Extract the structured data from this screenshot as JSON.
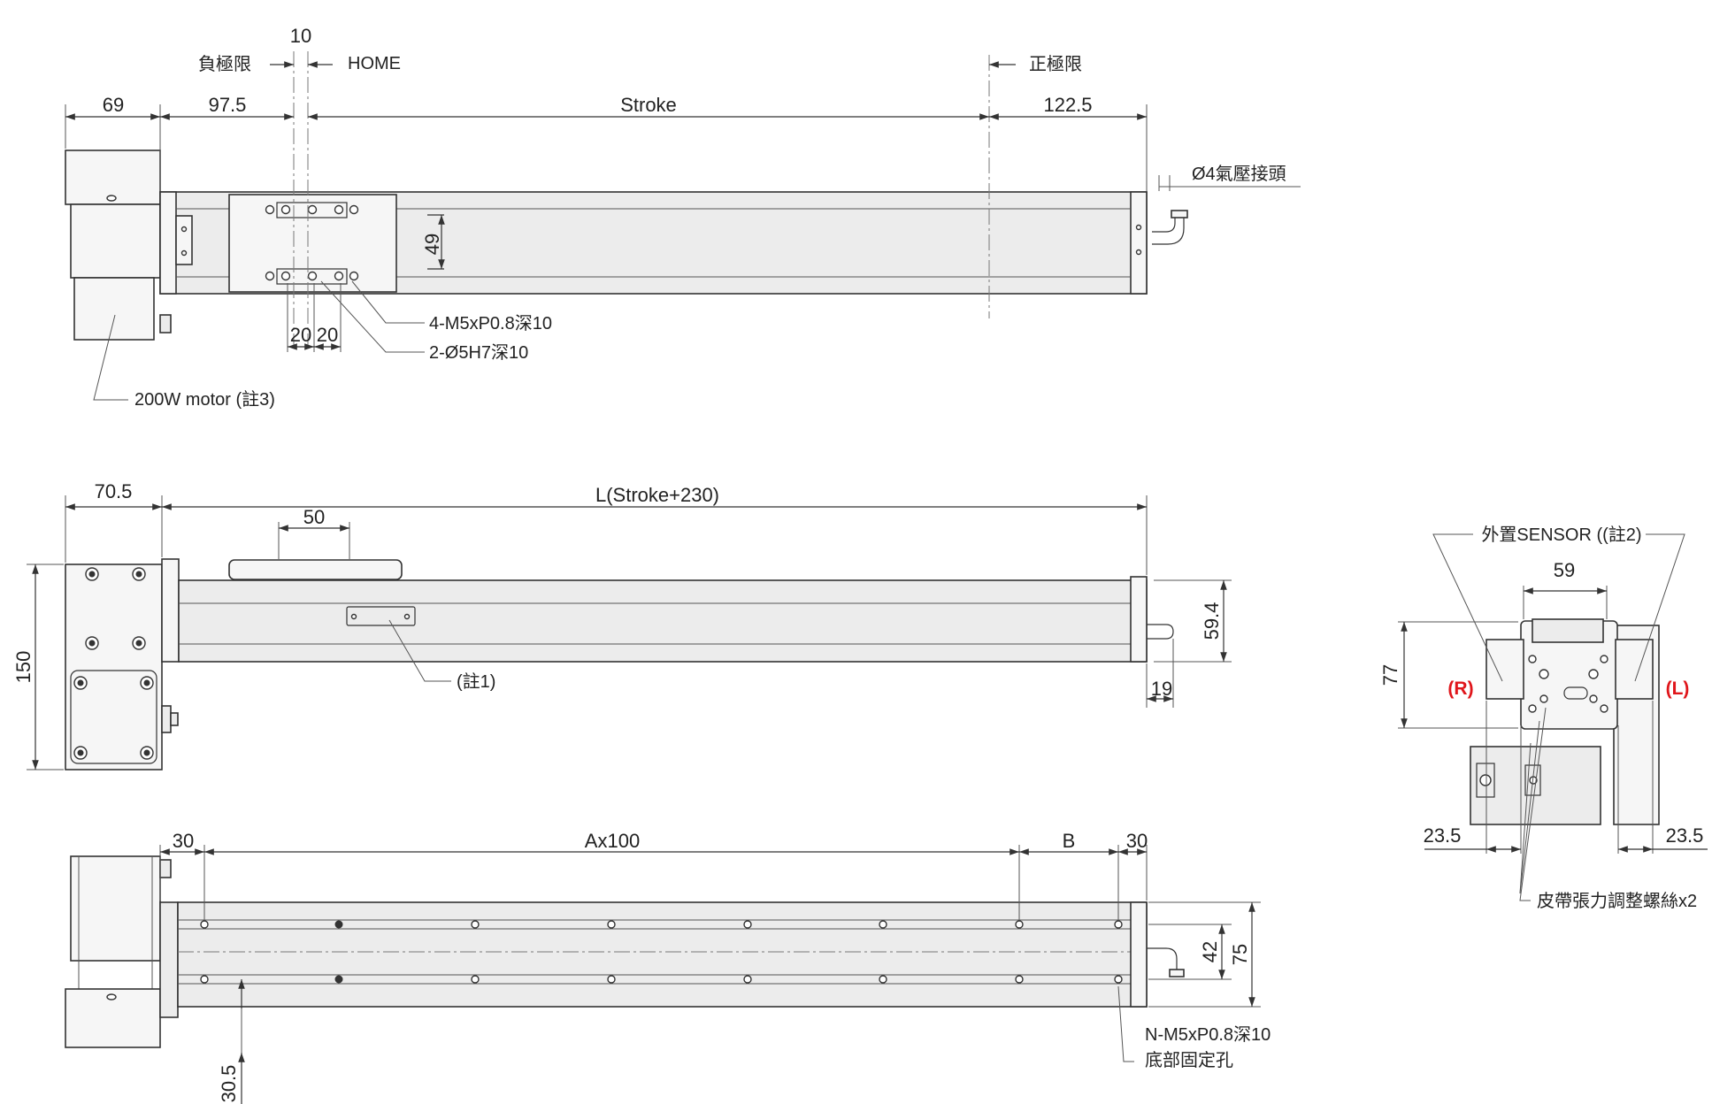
{
  "top_view": {
    "dim_10": "10",
    "neg_limit": "負極限",
    "home": "HOME",
    "pos_limit": "正極限",
    "dim_69": "69",
    "dim_97_5": "97.5",
    "stroke": "Stroke",
    "dim_122_5": "122.5",
    "air_fitting": "Ø4氣壓接頭",
    "dim_49": "49",
    "dim_20a": "20",
    "dim_20b": "20",
    "tapped_holes": "4-M5xP0.8深10",
    "pin_holes": "2-Ø5H7深10",
    "motor": "200W motor (註3)"
  },
  "side_view": {
    "dim_70_5": "70.5",
    "length": "L(Stroke+230)",
    "dim_50": "50",
    "dim_150": "150",
    "dim_59_4": "59.4",
    "dim_19": "19",
    "note1": "(註1)"
  },
  "bottom_view": {
    "dim_30_left": "30",
    "pitch": "Ax100",
    "dim_b": "B",
    "dim_30_right": "30",
    "dim_42": "42",
    "dim_75": "75",
    "dim_30_5": "30.5",
    "mount_holes": "N-M5xP0.8深10",
    "mount_holes_note": "底部固定孔"
  },
  "end_view": {
    "sensor": "外置SENSOR ((註2)",
    "dim_59": "59",
    "dim_77": "77",
    "right_side": "(R)",
    "left_side": "(L)",
    "dim_23_5_left": "23.5",
    "dim_23_5_right": "23.5",
    "belt_screws": "皮帶張力調整螺絲x2"
  },
  "colors": {
    "line": "#333333",
    "accent_red": "#e0161b"
  }
}
